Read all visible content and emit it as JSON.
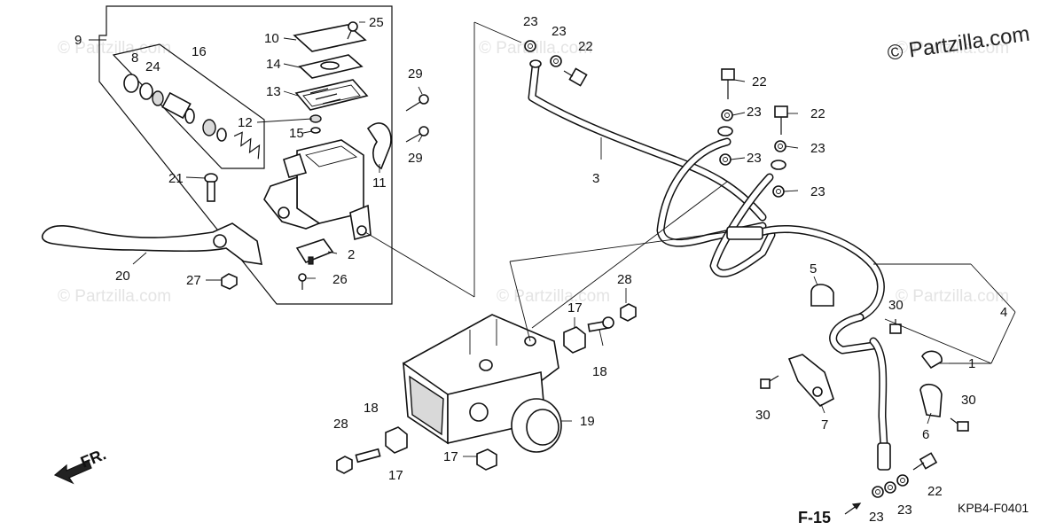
{
  "watermark": {
    "main": "© Partzilla.com",
    "faint": [
      "© Partzilla.com",
      "© Partzilla.com",
      "© Partzilla.com",
      "© Partzilla.com",
      "© Partzilla.com",
      "© Partzilla.com"
    ]
  },
  "diagram_code": "KPB4-F0401",
  "ref_page": "F-15",
  "direction": "FR.",
  "callouts": [
    "1",
    "2",
    "3",
    "4",
    "5",
    "6",
    "7",
    "8",
    "9",
    "10",
    "11",
    "12",
    "13",
    "14",
    "15",
    "16",
    "17",
    "17",
    "17",
    "18",
    "18",
    "19",
    "20",
    "21",
    "22",
    "22",
    "22",
    "22",
    "23",
    "23",
    "23",
    "23",
    "23",
    "23",
    "23",
    "23",
    "23",
    "24",
    "25",
    "26",
    "27",
    "28",
    "28",
    "29",
    "29",
    "30",
    "30",
    "30"
  ]
}
